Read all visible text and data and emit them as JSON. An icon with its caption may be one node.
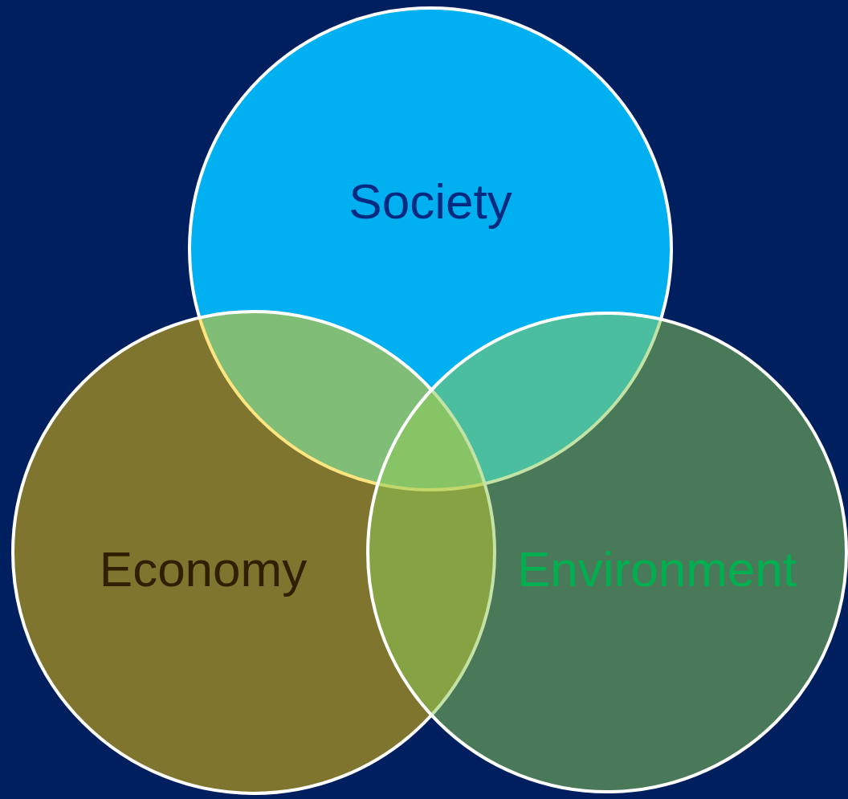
{
  "diagram": {
    "nodes": [
      {
        "text": [
          "Society"
        ]
      },
      {
        "text": [
          "Economy"
        ]
      },
      {
        "text": [
          "Environment"
        ]
      }
    ]
  }
}
